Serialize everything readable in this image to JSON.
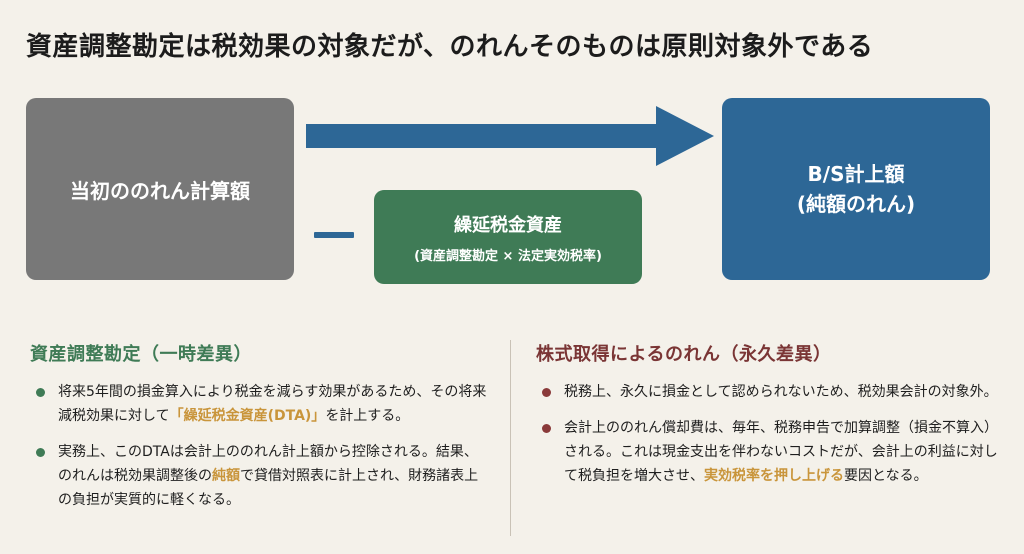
{
  "title": "資産調整勘定は税効果の対象だが、のれんそのものは原則対象外である",
  "diagram": {
    "initial_box": "当初ののれん計算額",
    "dta_box": {
      "title": "繰延税金資産",
      "subtitle": "(資産調整勘定 × 法定実効税率)"
    },
    "bs_box": {
      "line1": "B/S計上額",
      "line2": "(純額のれん)"
    }
  },
  "left": {
    "heading": "資産調整勘定（一時差異）",
    "bullets": [
      {
        "before": "将来5年間の損金算入により税金を減らす効果があるため、その将来減税効果に対して",
        "highlight": "「繰延税金資産(DTA)」",
        "after": "を計上する。"
      },
      {
        "before": "実務上、このDTAは会計上ののれん計上額から控除される。結果、のれんは税効果調整後の",
        "highlight": "純額",
        "after": "で貸借対照表に計上され、財務諸表上の負担が実質的に軽くなる。"
      }
    ]
  },
  "right": {
    "heading": "株式取得によるのれん（永久差異）",
    "bullets": [
      {
        "before": "税務上、永久に損金として認められないため、税効果会計の対象外。",
        "highlight": "",
        "after": ""
      },
      {
        "before": "会計上ののれん償却費は、毎年、税務申告で加算調整（損金不算入）される。これは現金支出を伴わないコストだが、会計上の利益に対して税負担を増大させ、",
        "highlight": "実効税率を押し上げる",
        "after": "要因となる。"
      }
    ]
  },
  "colors": {
    "gray_box": "#787878",
    "blue_box": "#2d6796",
    "green_box": "#3f7b56",
    "left_accent": "#3f7b56",
    "right_accent": "#7a3535",
    "highlight": "#c9953b"
  }
}
